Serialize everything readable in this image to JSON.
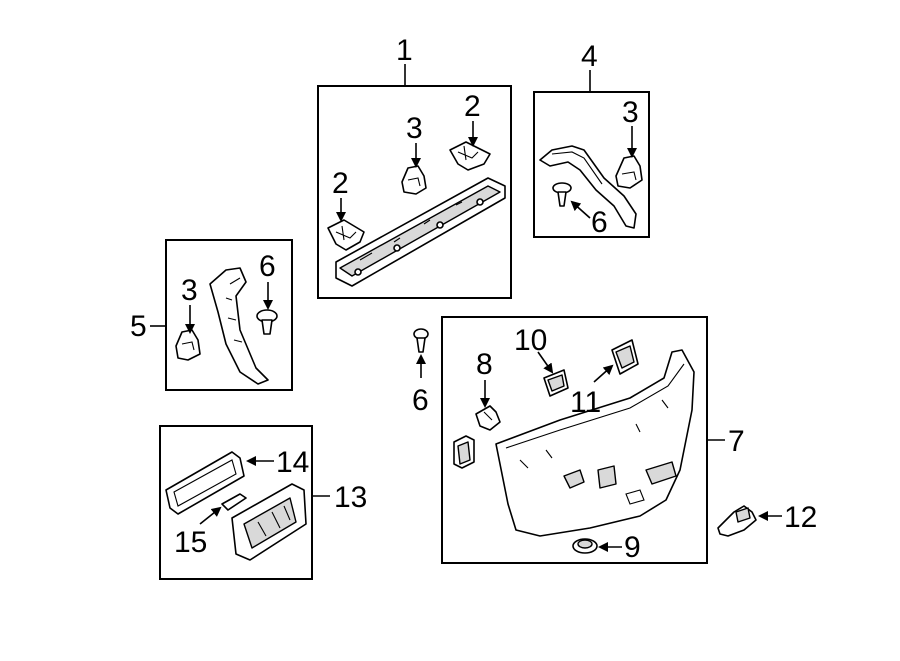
{
  "callouts": {
    "c1": "1",
    "c2a": "2",
    "c2b": "2",
    "c3a": "3",
    "c4": "4",
    "c3b": "3",
    "c6a": "6",
    "c5": "5",
    "c3c": "3",
    "c6b": "6",
    "c6c": "6",
    "c10": "10",
    "c8": "8",
    "c11": "11",
    "c7": "7",
    "c9": "9",
    "c12": "12",
    "c14": "14",
    "c13": "13",
    "c15": "15"
  }
}
